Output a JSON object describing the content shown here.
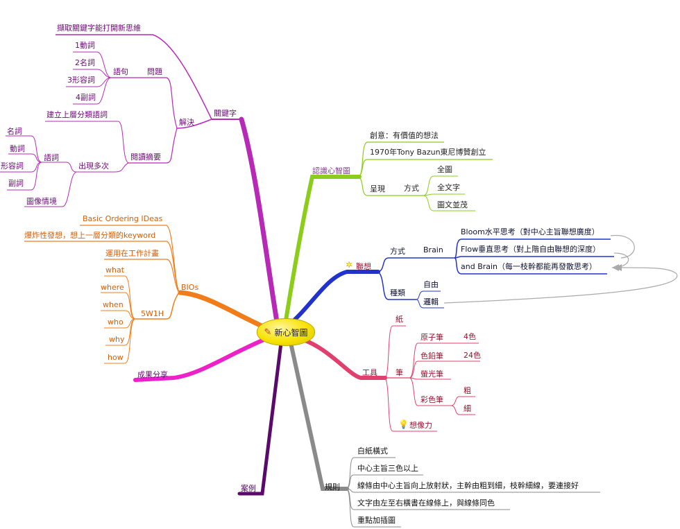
{
  "center": {
    "label": "新心智圖"
  },
  "keyword": {
    "root": "關鍵字",
    "extract": "擷取關鍵字能打開新思維",
    "solve": "解決",
    "problem": "問題",
    "sentence": "語句",
    "verb_n": "1動詞",
    "noun_n": "2名詞",
    "adj_n": "3形容詞",
    "adv_n": "4副詞",
    "summary": "閱讀摘要",
    "upper": "建立上層分類語詞",
    "multi": "出現多次",
    "words": "語詞",
    "noun": "名詞",
    "verb": "動詞",
    "adj": "形容詞",
    "adv": "副詞",
    "scene": "圖像情境"
  },
  "bios": {
    "root": "BIOs",
    "basic": "Basic Ordering IDeas",
    "explosive": "爆炸性發想，想上一層分類的keyword",
    "plan": "運用在工作計畫",
    "w5h1": "5W1H",
    "what": "what",
    "where": "where",
    "when": "when",
    "who": "who",
    "why": "why",
    "how": "how"
  },
  "share": {
    "root": "成果分享"
  },
  "cases": {
    "root": "案例"
  },
  "know": {
    "root": "認識心智圖",
    "creative": "創意：有價值的想法",
    "origin": "1970年Tony Bazun東尼博贊創立",
    "present": "呈現",
    "method": "方式",
    "full_img": "全圖",
    "full_txt": "全文字",
    "mixed": "圖文並茂"
  },
  "assoc": {
    "root": "聯想",
    "method": "方式",
    "brain": "Brain",
    "bloom": "Bloom水平思考（對中心主旨聯想廣度）",
    "flow": "Flow垂直思考（對上階自由聯想的深度）",
    "andbrain": "and Brain（每一枝幹都能再發散思考）",
    "kind": "種類",
    "free": "自由",
    "logic": "邏輯"
  },
  "tools": {
    "root": "工具",
    "paper": "紙",
    "pen": "筆",
    "ballpen": "原子筆",
    "colorpencil": "色鉛筆",
    "highlighter": "螢光筆",
    "colorpen": "彩色筆",
    "c4": "4色",
    "c24": "24色",
    "thick": "粗",
    "thin": "細",
    "imagination": "想像力"
  },
  "rules": {
    "root": "規則",
    "r1": "白紙橫式",
    "r2": "中心主旨三色以上",
    "r3": "線條由中心主旨向上放射狀，主幹由粗到細，枝幹細線，要連接好",
    "r4": "文字由左至右橫書在線條上，與線條同色",
    "r5": "重點加插圖"
  },
  "colors": {
    "keyword": "#b62ab6",
    "bios": "#f07d1a",
    "share": "#ee20c8",
    "cases": "#5a0a6a",
    "know": "#8ccc1a",
    "assoc": "#2233cc",
    "tools": "#e0406e",
    "rules": "#8a8a8a"
  },
  "icons": [
    "pencil-icon",
    "star-icon",
    "lightbulb-icon"
  ]
}
